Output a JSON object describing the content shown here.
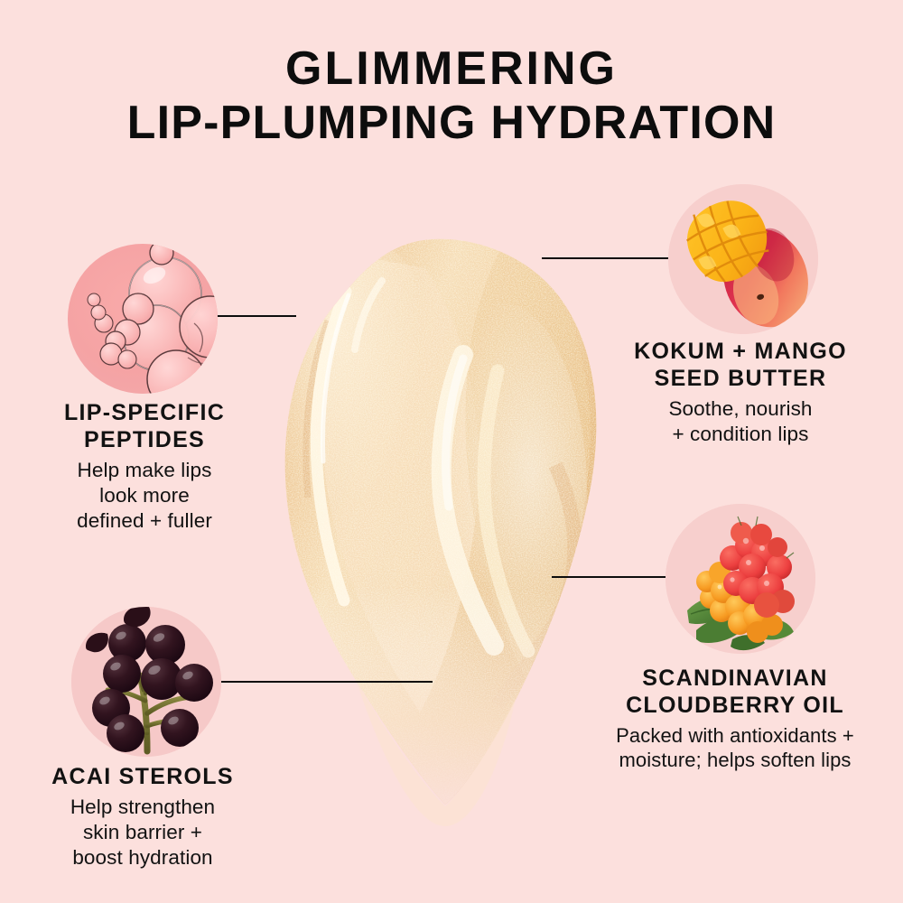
{
  "page": {
    "background_color": "#fce0dd",
    "text_color": "#121212",
    "circle_background": "#f7cccb",
    "swatch_color": "#e9c087",
    "connector_color": "#0d0d0d"
  },
  "title": {
    "line1": "GLIMMERING",
    "line2": "LIP-PLUMPING HYDRATION"
  },
  "product": {
    "swatch_name": "lip-gloss-swatch",
    "swatch_description": "glittering golden lip gloss swatch"
  },
  "ingredients": [
    {
      "id": "peptides",
      "icon": "bubbles-icon",
      "heading": "LIP-SPECIFIC\nPEPTIDES",
      "description": "Help make lips\nlook more\ndefined + fuller"
    },
    {
      "id": "kokum-mango",
      "icon": "mango-icon",
      "heading": "KOKUM + MANGO\nSEED BUTTER",
      "description": "Soothe, nourish\n+ condition lips"
    },
    {
      "id": "cloudberry",
      "icon": "cloudberry-icon",
      "heading": "SCANDINAVIAN\nCLOUDBERRY OIL",
      "description": "Packed with  antioxidants +\nmoisture; helps soften lips"
    },
    {
      "id": "acai",
      "icon": "acai-berries-icon",
      "heading": "ACAI STEROLS",
      "description": "Help strengthen\nskin barrier +\nboost hydration"
    }
  ]
}
